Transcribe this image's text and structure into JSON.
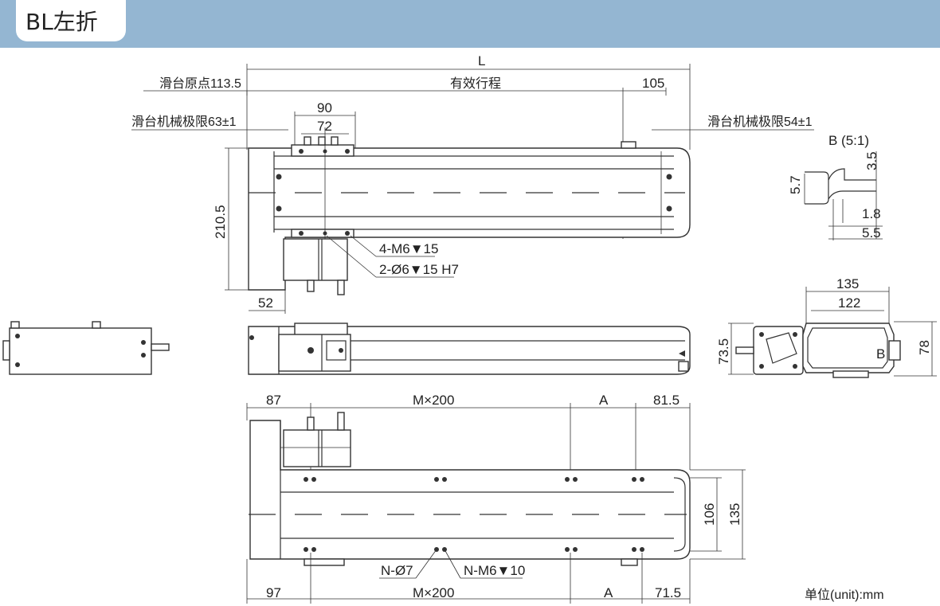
{
  "header": {
    "title": "BL左折",
    "accent_color": "#94b6d2"
  },
  "top_view": {
    "overall_length_label": "L",
    "origin_label": "滑台原点113.5",
    "stroke_label": "有效行程",
    "right_offset": "105",
    "left_limit_label": "滑台机械极限63±1",
    "right_limit_label": "滑台机械极限54±1",
    "carriage_outer": "90",
    "carriage_inner": "72",
    "height": "210.5",
    "motor_offset": "52",
    "note_threads": "4-M6▼15",
    "note_pins": "2-Ø6▼15  H7"
  },
  "detail_b": {
    "title": "B (5:1)",
    "dim_a": "3.5",
    "dim_b": "5.7",
    "dim_c": "1.8",
    "dim_d": "5.5"
  },
  "end_view": {
    "outer_width": "135",
    "inner_width": "122",
    "height_left": "73.5",
    "height_right": "78",
    "mark_b": "B"
  },
  "bottom_view": {
    "top_left": "87",
    "top_middle": "M×200",
    "top_a": "A",
    "top_right": "81.5",
    "bottom_left": "97",
    "bottom_middle": "M×200",
    "bottom_a": "A",
    "bottom_right": "71.5",
    "inner_height": "106",
    "outer_height": "135",
    "note_holes": "N-Ø7",
    "note_threads": "N-M6▼10"
  },
  "footer": {
    "units": "单位(unit):mm"
  }
}
